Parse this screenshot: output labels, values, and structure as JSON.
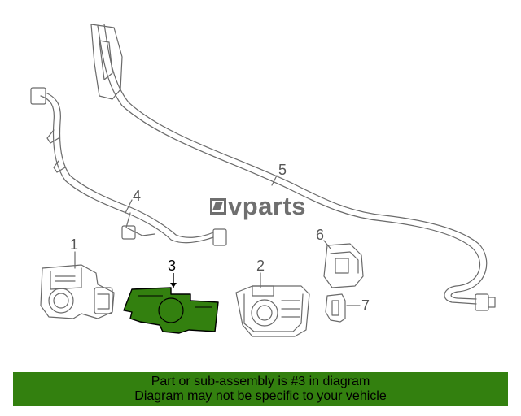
{
  "watermark": {
    "text": "vparts"
  },
  "callouts": {
    "c1": "1",
    "c2": "2",
    "c3": "3",
    "c4": "4",
    "c5": "5",
    "c6": "6",
    "c7": "7"
  },
  "highlight": {
    "part": "3",
    "color": "#33800f"
  },
  "banner": {
    "line1": "Part or sub-assembly is #3 in diagram",
    "line2": "Diagram may not be specific to your vehicle",
    "color": "#33800f"
  }
}
